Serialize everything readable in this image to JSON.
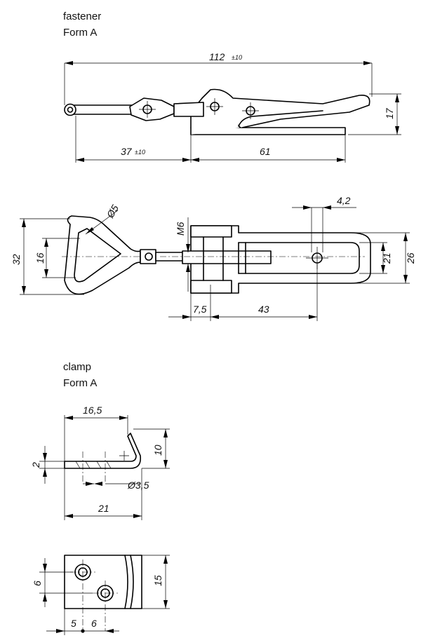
{
  "sections": {
    "fastener": {
      "title": "fastener",
      "subtitle": "Form A"
    },
    "clamp": {
      "title": "clamp",
      "subtitle": "Form A"
    }
  },
  "dimensions": {
    "fastener_side": {
      "overall": "112",
      "overall_tol": "±10",
      "left": "37",
      "left_tol": "±10",
      "right": "61",
      "height": "17"
    },
    "fastener_top": {
      "hole_dia": "Ø5",
      "outer_height": "32",
      "inner_height": "16",
      "thread": "M6",
      "offset": "4,2",
      "pin_offset": "7,5",
      "length": "43",
      "inner_width": "21",
      "outer_width": "26"
    },
    "clamp_side": {
      "length": "16,5",
      "height": "10",
      "thickness": "2",
      "hole_dia": "Ø3,5",
      "base": "21"
    },
    "clamp_top": {
      "hole_offset": "6",
      "width": "15",
      "edge": "5",
      "spacing": "6"
    }
  }
}
